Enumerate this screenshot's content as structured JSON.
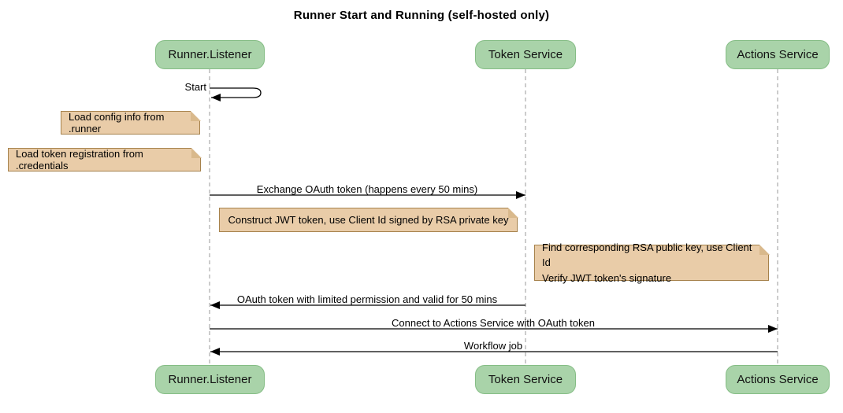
{
  "title": "Runner Start and Running (self-hosted only)",
  "participants": [
    {
      "name": "Runner.Listener"
    },
    {
      "name": "Token Service"
    },
    {
      "name": "Actions Service"
    }
  ],
  "messages": {
    "start": "Start",
    "exchange": "Exchange OAuth token (happens every 50 mins)",
    "oauth_return": "OAuth token with limited permission and valid for 50 mins",
    "connect": "Connect to Actions Service with OAuth token",
    "workflow": "Workflow job"
  },
  "notes": {
    "load_config": "Load config info from .runner",
    "load_token": "Load token registration from .credentials",
    "construct_jwt": "Construct JWT token, use Client Id signed by RSA private key",
    "find_rsa_line1": "Find corresponding RSA public key, use Client Id",
    "find_rsa_line2": "Verify JWT token's signature"
  },
  "colors": {
    "participant_fill": "#A9D3A9",
    "participant_border": "#85BD85",
    "note_fill": "#E9CCA8",
    "note_border": "#A6824C",
    "note_fold": "#D9B98C",
    "lifeline": "#999999",
    "arrow": "#000000"
  }
}
